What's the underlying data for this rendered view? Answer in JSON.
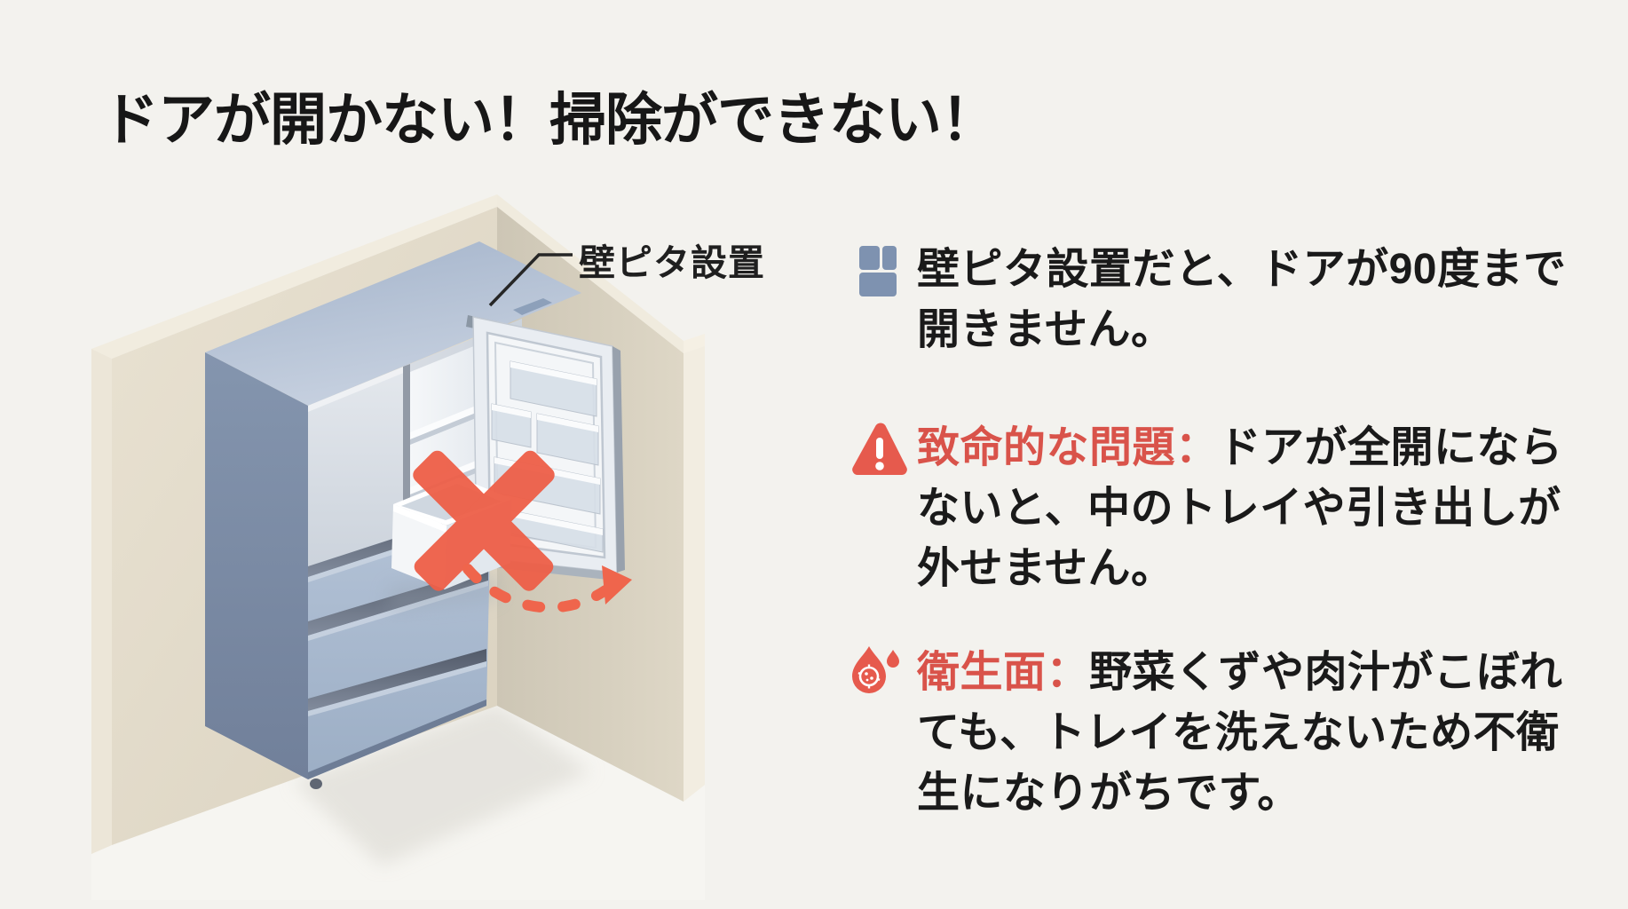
{
  "title": "ドアが開かない！掃除ができない！",
  "illustration": {
    "label": "壁ピタ設置",
    "description": "corner walls with refrigerator placed flush, open door blocked, red X and swing arrow"
  },
  "bullets": [
    {
      "icon": "fridge-icon",
      "label": "",
      "lines": [
        "壁ピタ設置だと、ドアが90度まで",
        "開きません。",
        ""
      ]
    },
    {
      "icon": "warning-icon",
      "label": "致命的な問題：",
      "lines": [
        "ドアが全開になら",
        "ないと、中のトレイや引き出しが",
        "外せません。"
      ]
    },
    {
      "icon": "germ-drop-icon",
      "label": "衛生面：",
      "lines": [
        "野菜くずや肉汁がこぼれ",
        "ても、トレイを洗えないため不衛",
        "生になりがちです。"
      ]
    }
  ],
  "colors": {
    "background": "#f3f2ee",
    "accent_red": "#ee5f48",
    "red_text": "#d9534a",
    "icon_red": "#e65a4d",
    "icon_blue": "#7e92b0",
    "body_text": "#1a1a1a",
    "wall_beige": "#ddd5c3",
    "fridge_blue": "#8596af"
  }
}
